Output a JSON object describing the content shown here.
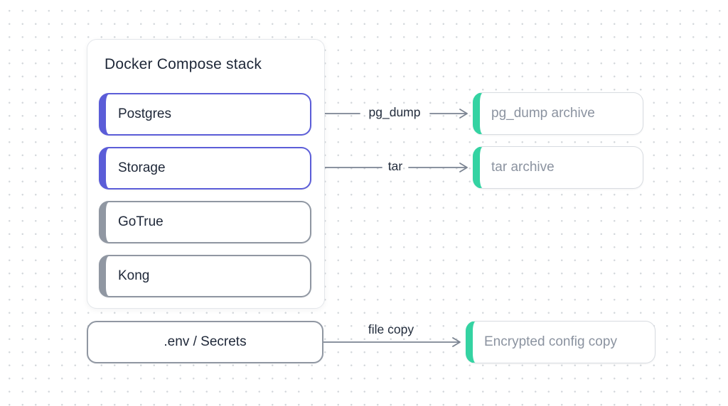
{
  "diagram": {
    "container": {
      "title": "Docker Compose stack"
    },
    "services": [
      {
        "label": "Postgres",
        "accent": "indigo"
      },
      {
        "label": "Storage",
        "accent": "indigo"
      },
      {
        "label": "GoTrue",
        "accent": "gray"
      },
      {
        "label": "Kong",
        "accent": "gray"
      }
    ],
    "artifacts": [
      {
        "label": "pg_dump archive"
      },
      {
        "label": "tar archive"
      },
      {
        "label": "Encrypted config copy"
      }
    ],
    "secrets_box": {
      "label": ".env / Secrets"
    },
    "arrows": [
      {
        "label": "pg_dump",
        "from": "Postgres",
        "to": "pg_dump archive"
      },
      {
        "label": "tar",
        "from": "Storage",
        "to": "tar archive"
      },
      {
        "label": "file copy",
        "from": ".env / Secrets",
        "to": "Encrypted config copy"
      }
    ],
    "colors": {
      "indigo": "#5b5dd8",
      "gray_accent": "#9097a2",
      "teal": "#34d3a2",
      "arrow": "#7b8492",
      "dark_text": "#1e2738",
      "muted_text": "#8b93a0"
    }
  }
}
